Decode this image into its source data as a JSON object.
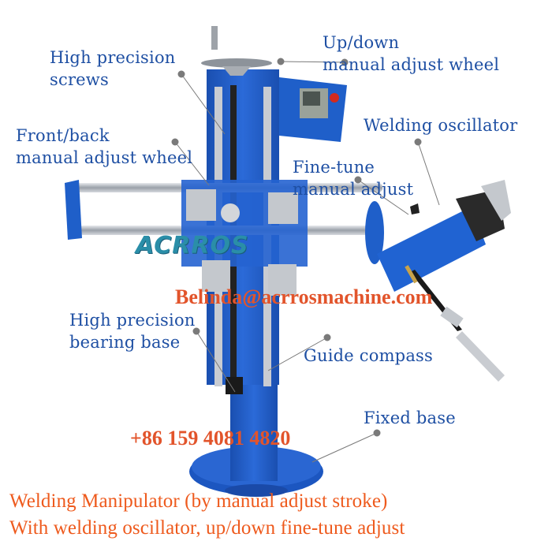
{
  "product": {
    "brand_logo": "ACRROS",
    "callouts": [
      {
        "id": "high-precision-screws",
        "line1": "High precision",
        "line2": "screws"
      },
      {
        "id": "up-down-wheel",
        "line1": "Up/down",
        "line2": "manual adjust wheel"
      },
      {
        "id": "front-back-wheel",
        "line1": "Front/back",
        "line2": "manual adjust wheel"
      },
      {
        "id": "welding-oscillator",
        "line1": "Welding oscillator"
      },
      {
        "id": "fine-tune-adjust",
        "line1": "Fine-tune",
        "line2": "manual adjust"
      },
      {
        "id": "bearing-base",
        "line1": "High precision",
        "line2": "bearing base"
      },
      {
        "id": "guide-compass",
        "line1": "Guide compass"
      },
      {
        "id": "fixed-base",
        "line1": "Fixed base"
      }
    ],
    "contact": {
      "email": "Belinda@acrrosmachine.com",
      "phone": "+86 159 4081 4820"
    },
    "caption": {
      "line1": "Welding Manipulator (by manual adjust stroke)",
      "line2": "With welding oscillator, up/down fine-tune adjust"
    },
    "colors": {
      "label_blue": "#1e4fa3",
      "contact_red": "#e2542b",
      "caption_orange": "#ee5a1d",
      "machine_blue": "#1f5fc9",
      "steel": "#b8bcc2"
    }
  }
}
